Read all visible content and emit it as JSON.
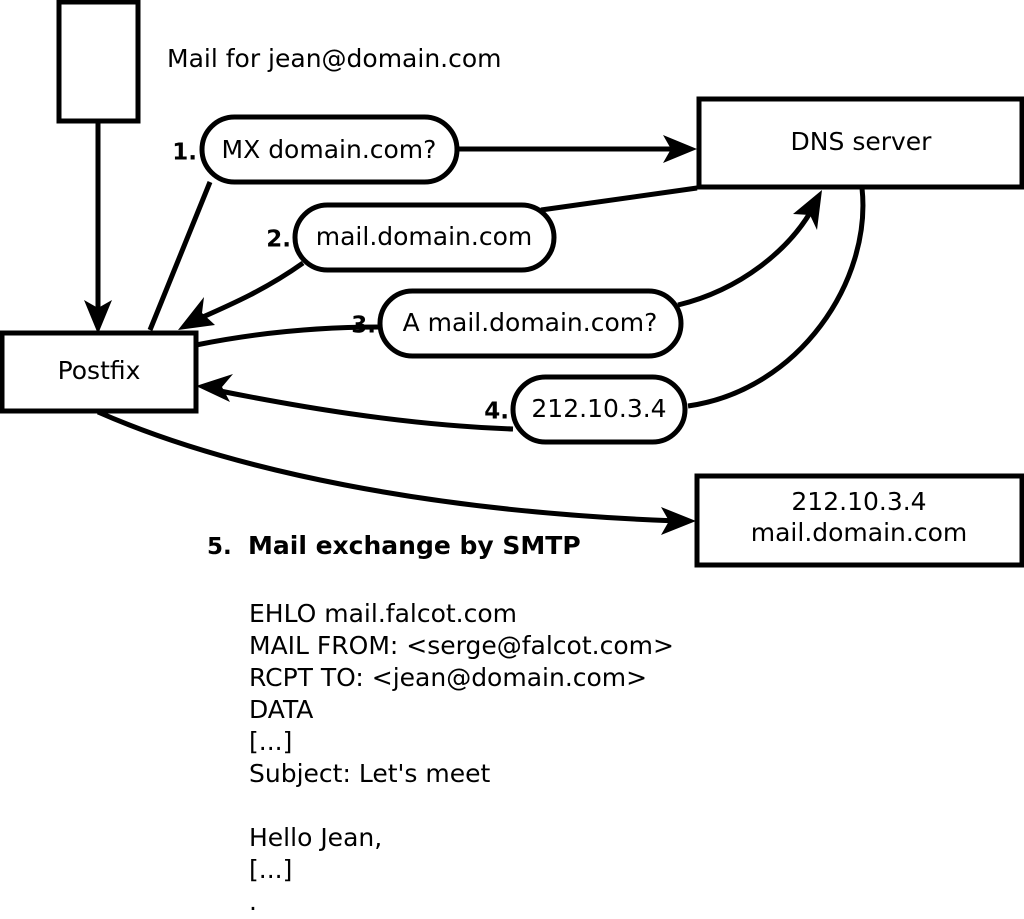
{
  "diagram": {
    "title_note": "Mail for jean@domain.com",
    "nodes": [
      {
        "id": "client",
        "label": "",
        "kind": "rectangle"
      },
      {
        "id": "postfix",
        "label": "Postfix",
        "kind": "rectangle"
      },
      {
        "id": "dns",
        "label": "DNS server",
        "kind": "rectangle"
      },
      {
        "id": "mailserver",
        "label_line1": "212.10.3.4",
        "label_line2": "mail.domain.com",
        "kind": "rectangle"
      }
    ],
    "messages": [
      {
        "step": "1.",
        "text": "MX domain.com?",
        "from": "postfix",
        "to": "dns"
      },
      {
        "step": "2.",
        "text": "mail.domain.com",
        "from": "dns",
        "to": "postfix"
      },
      {
        "step": "3.",
        "text": "A mail.domain.com?",
        "from": "postfix",
        "to": "dns"
      },
      {
        "step": "4.",
        "text": "212.10.3.4",
        "from": "dns",
        "to": "postfix"
      }
    ],
    "step5": {
      "number": "5.",
      "label": "Mail exchange by SMTP"
    },
    "transcript": [
      "EHLO mail.falcot.com",
      "MAIL FROM: <serge@falcot.com>",
      "RCPT TO: <jean@domain.com>",
      "DATA",
      "[...]",
      "Subject: Let's meet",
      "",
      "Hello Jean,",
      "[...]",
      "."
    ]
  },
  "colors": {
    "ink": "#000000",
    "paper": "#ffffff"
  }
}
